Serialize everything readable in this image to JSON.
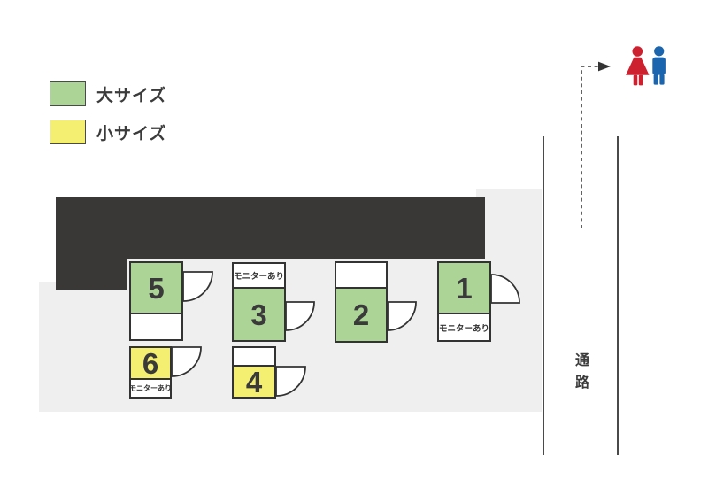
{
  "colors": {
    "large_room": "#abd496",
    "small_room": "#f4ee71",
    "wall": "#3a3836",
    "floor": "#efefef",
    "room_outline": "#333333",
    "corridor_line": "#4a4a4a",
    "female_icon": "#cd2130",
    "male_icon": "#1b64ae",
    "text": "#3b3b3b"
  },
  "legend": {
    "items": [
      {
        "label": "大サイズ",
        "color": "#abd496"
      },
      {
        "label": "小サイズ",
        "color": "#f4ee71"
      }
    ]
  },
  "rooms": [
    {
      "number": "1",
      "size": "large",
      "monitor_label": "モニターあり"
    },
    {
      "number": "2",
      "size": "large"
    },
    {
      "number": "3",
      "size": "large",
      "monitor_label": "モニターあり"
    },
    {
      "number": "4",
      "size": "small"
    },
    {
      "number": "5",
      "size": "large"
    },
    {
      "number": "6",
      "size": "small",
      "monitor_label": "モニターあり"
    }
  ],
  "corridor": {
    "label": "通路",
    "chars": [
      "通",
      "路"
    ]
  },
  "restroom": {
    "icons": [
      "female",
      "male"
    ]
  }
}
